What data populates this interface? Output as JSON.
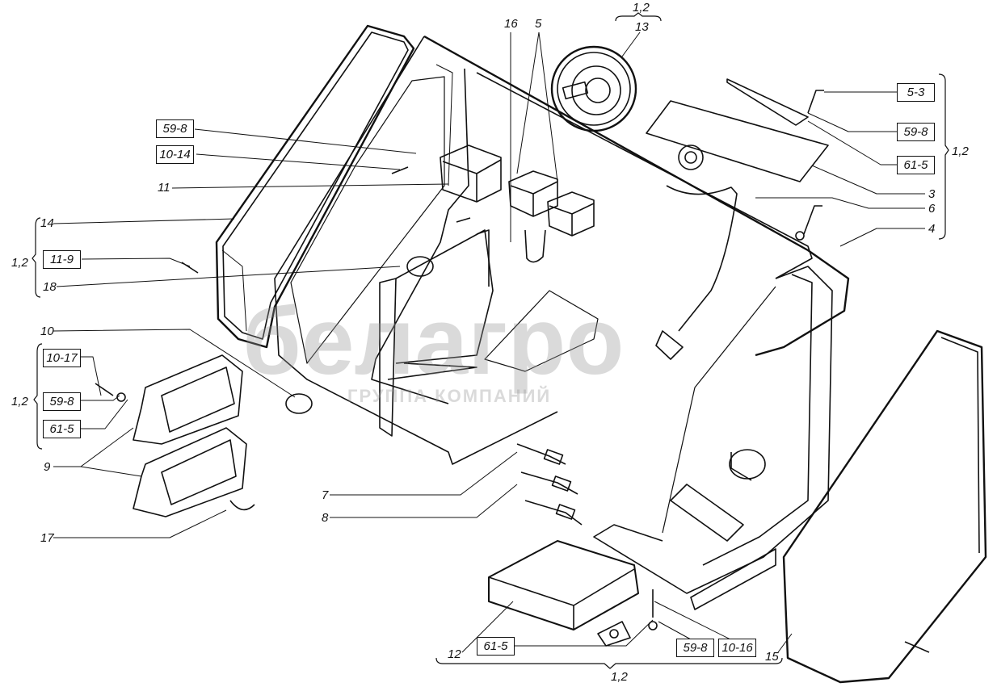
{
  "watermark": {
    "brand": "белагро",
    "subtitle": "ГРУППА КОМПАНИЙ"
  },
  "callouts": {
    "left_top": {
      "ref_59_8": "59-8",
      "ref_10_14": "10-14",
      "pos_11": "11"
    },
    "left_mid": {
      "group": "1,2",
      "pos_14": "14",
      "ref_11_9": "11-9",
      "pos_18": "18"
    },
    "left_low": {
      "pos_10": "10",
      "group": "1,2",
      "ref_10_17": "10-17",
      "ref_59_8": "59-8",
      "ref_61_5": "61-5",
      "pos_9": "9",
      "pos_17": "17"
    },
    "center": {
      "pos_7": "7",
      "pos_8": "8"
    },
    "top": {
      "pos_16": "16",
      "pos_5": "5",
      "group": "1,2",
      "pos_13": "13"
    },
    "right": {
      "ref_5_3": "5-3",
      "ref_59_8": "59-8",
      "ref_61_5": "61-5",
      "pos_3": "3",
      "pos_6": "6",
      "pos_4": "4",
      "group": "1,2"
    },
    "bottom": {
      "pos_12": "12",
      "ref_61_5": "61-5",
      "ref_59_8": "59-8",
      "ref_10_16": "10-16",
      "pos_15": "15",
      "group": "1,2"
    }
  }
}
